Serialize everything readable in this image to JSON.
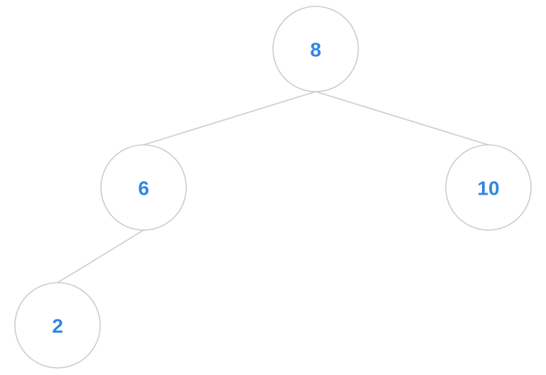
{
  "colors": {
    "label": "#2f86e6",
    "stroke": "#cccccc",
    "fill": "#ffffff"
  },
  "tree": {
    "nodes": [
      {
        "id": "n8",
        "label": "8"
      },
      {
        "id": "n6",
        "label": "6"
      },
      {
        "id": "n10",
        "label": "10"
      },
      {
        "id": "n2",
        "label": "2"
      }
    ],
    "edges": [
      {
        "from": "n8",
        "to": "n6"
      },
      {
        "from": "n8",
        "to": "n10"
      },
      {
        "from": "n6",
        "to": "n2"
      }
    ]
  }
}
